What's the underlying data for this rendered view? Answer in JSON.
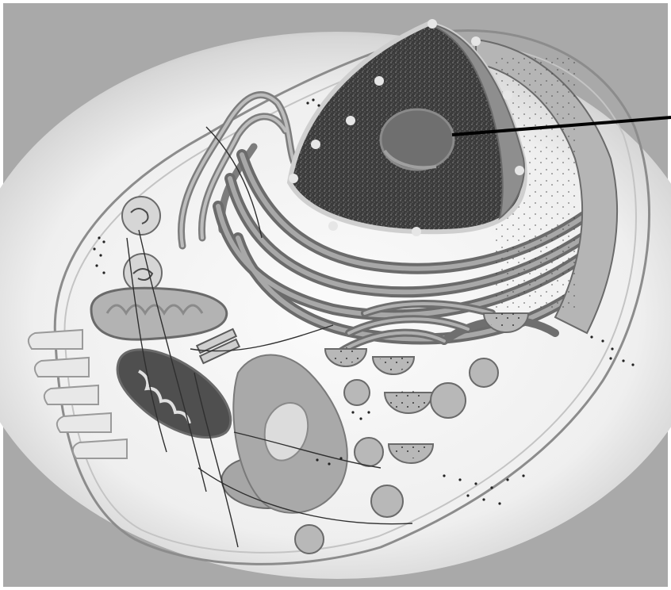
{
  "diagram": {
    "title": "",
    "labels": [],
    "pointer_count": 1,
    "colors": {
      "background_frame": "#a9a9a9",
      "cytoplasm_glow": "#f2f2f2",
      "organelle_fill": "#bdbdbd",
      "organelle_stroke": "#6a6a6a",
      "er_fill": "#8a8a8a",
      "nucleus_fill": "#3b3b3b",
      "nucleolus_fill": "#6f6f6f",
      "pointer_line": "#000000"
    },
    "structures": [
      "plasma-membrane",
      "nucleus",
      "nucleolus",
      "nuclear-envelope",
      "nuclear-pore",
      "rough-er",
      "golgi-apparatus",
      "mitochondrion",
      "lysosome",
      "centriole",
      "vesicle",
      "ribosome",
      "smooth-er",
      "microvilli",
      "cytoskeleton"
    ]
  }
}
